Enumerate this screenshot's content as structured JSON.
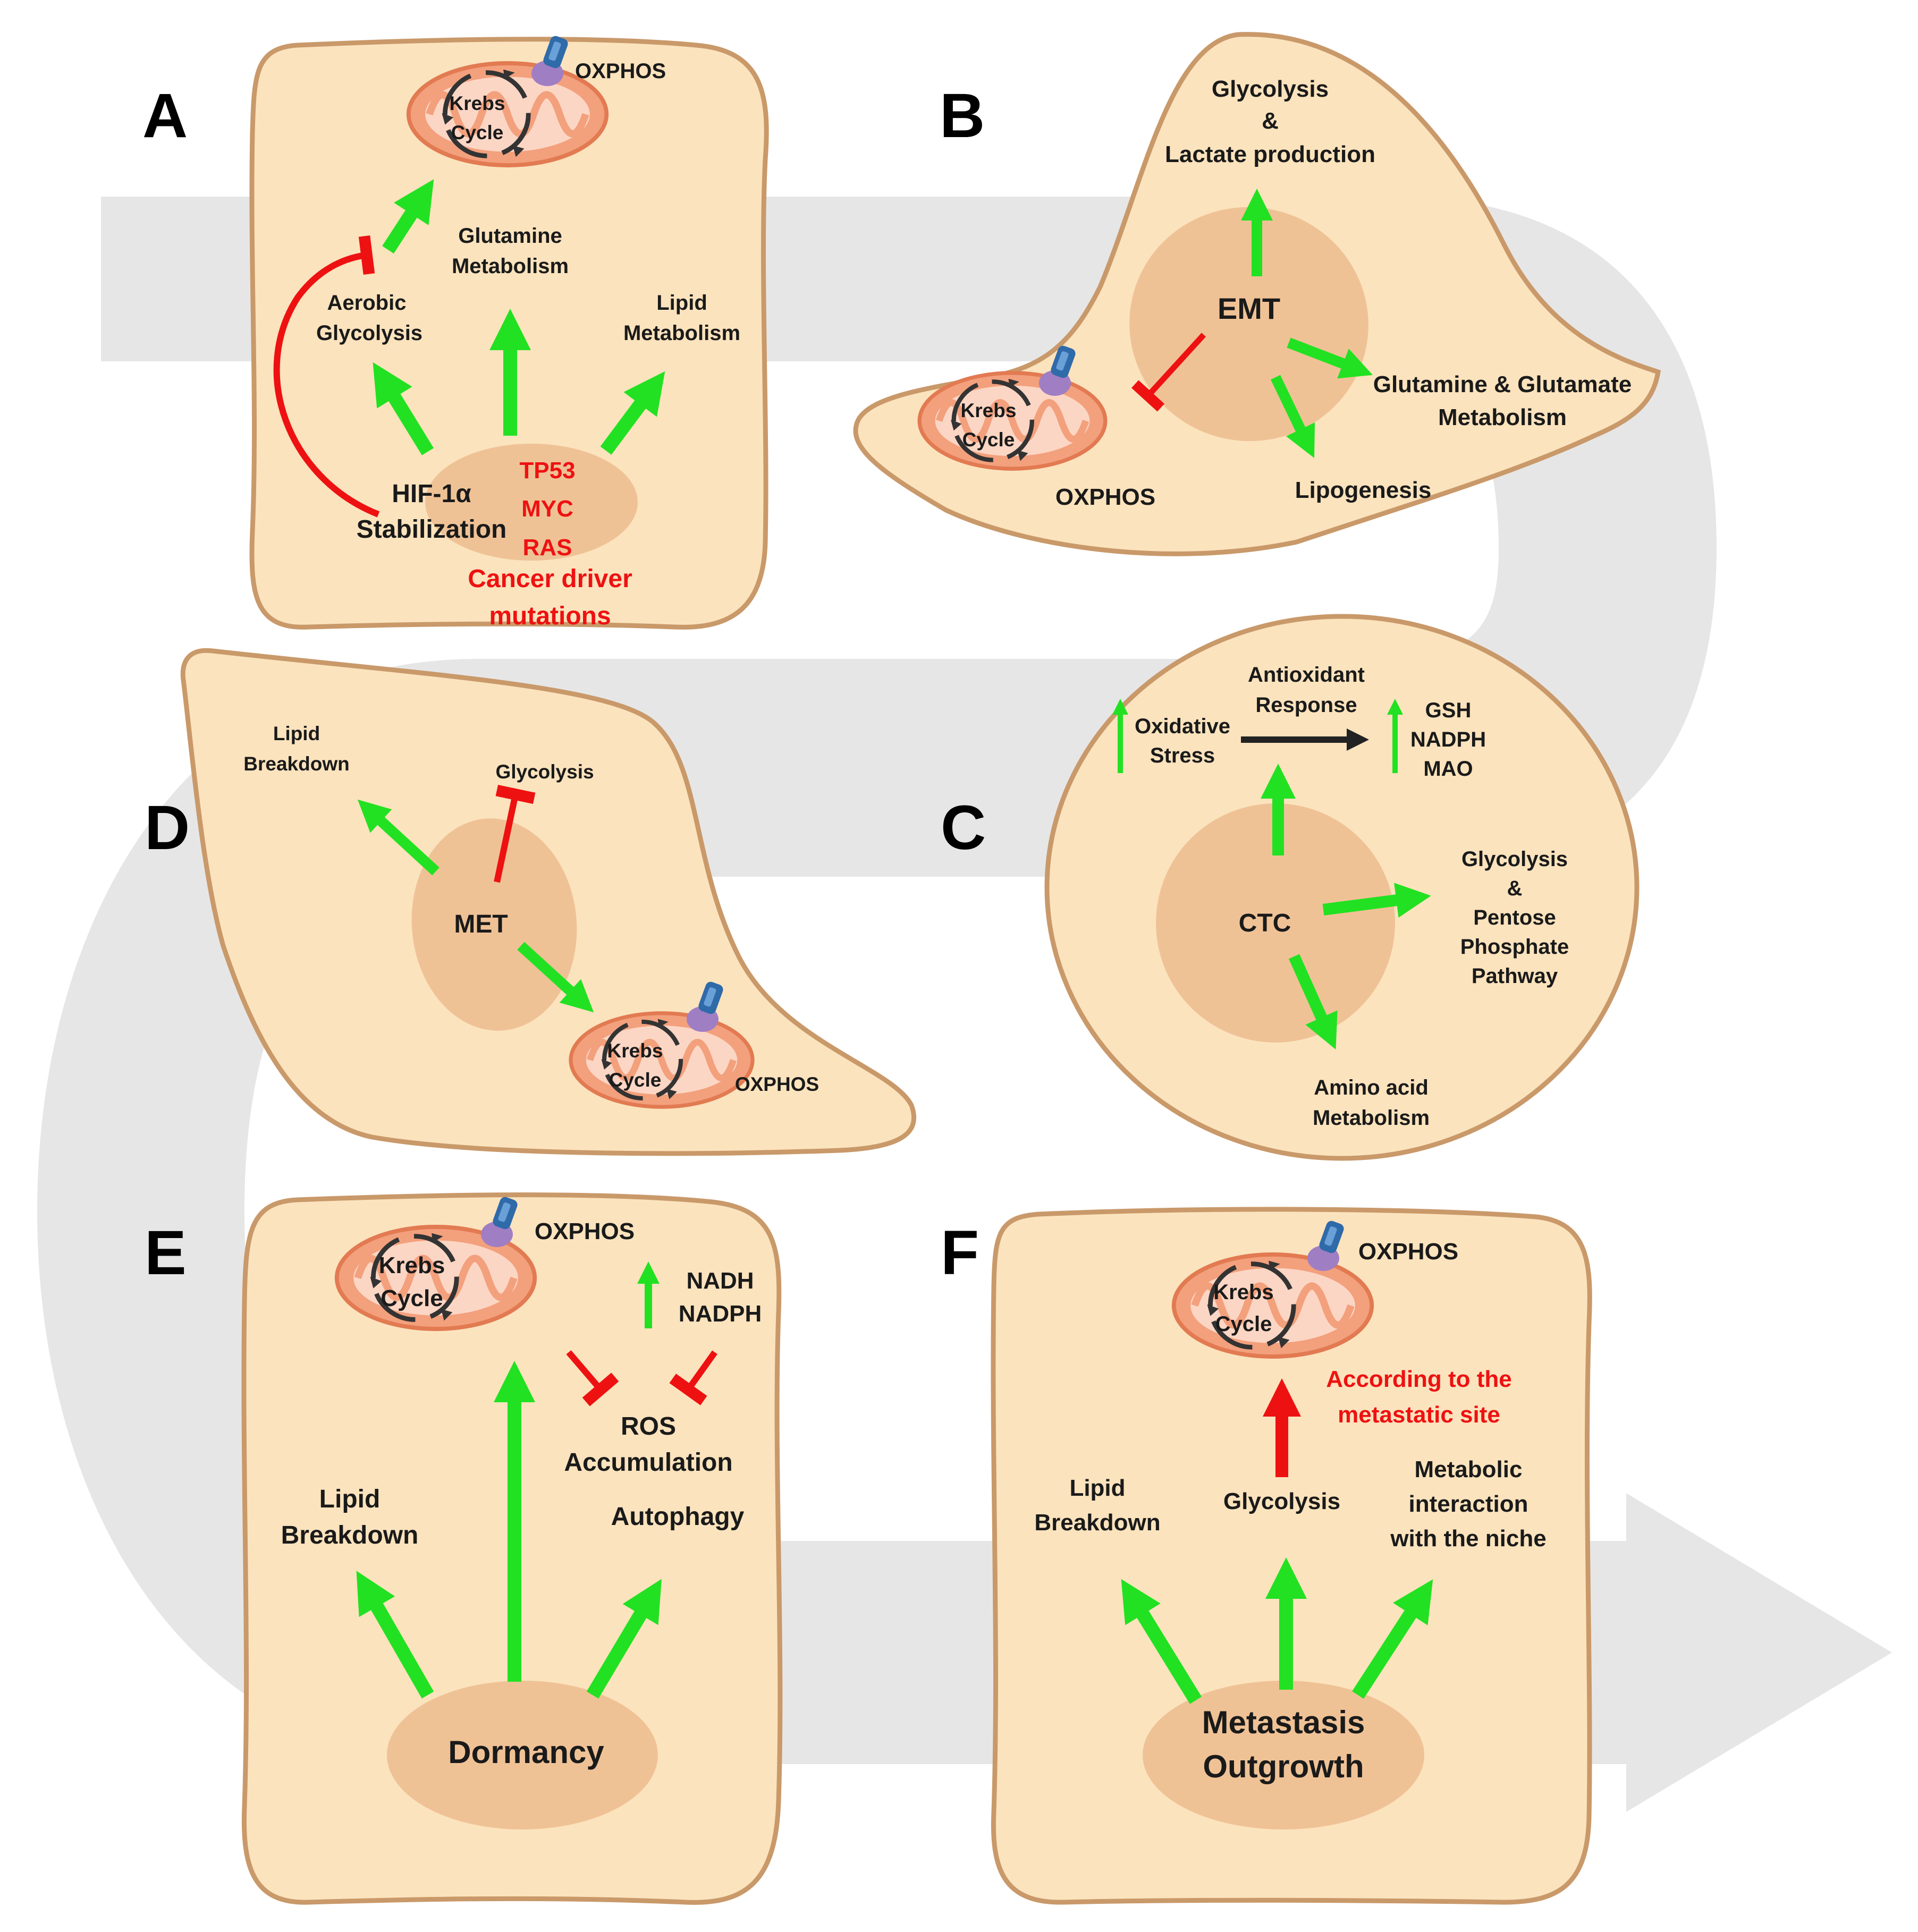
{
  "panels": {
    "A": {
      "letter": "A",
      "oxphos": "OXPHOS",
      "krebs_1": "Krebs",
      "krebs_2": "Cycle",
      "aerobic_1": "Aerobic",
      "aerobic_2": "Glycolysis",
      "glutamine_1": "Glutamine",
      "glutamine_2": "Metabolism",
      "lipid_1": "Lipid",
      "lipid_2": "Metabolism",
      "hif_1": "HIF-1α",
      "hif_2": "Stabilization",
      "gene_1": "TP53",
      "gene_2": "MYC",
      "gene_3": "RAS",
      "driver_1": "Cancer driver",
      "driver_2": "mutations"
    },
    "B": {
      "letter": "B",
      "glyco_1": "Glycolysis",
      "glyco_2": "&",
      "glyco_3": "Lactate production",
      "center": "EMT",
      "krebs_1": "Krebs",
      "krebs_2": "Cycle",
      "oxphos": "OXPHOS",
      "glut_1": "Glutamine & Glutamate",
      "glut_2": "Metabolism",
      "lipo": "Lipogenesis"
    },
    "C": {
      "letter": "C",
      "ox_1": "Oxidative",
      "ox_2": "Stress",
      "anti_1": "Antioxidant",
      "anti_2": "Response",
      "gsh_1": "GSH",
      "gsh_2": "NADPH",
      "gsh_3": "MAO",
      "center": "CTC",
      "ppp_1": "Glycolysis",
      "ppp_2": "&",
      "ppp_3": "Pentose",
      "ppp_4": "Phosphate",
      "ppp_5": "Pathway",
      "amino_1": "Amino acid",
      "amino_2": "Metabolism"
    },
    "D": {
      "letter": "D",
      "lipid_1": "Lipid",
      "lipid_2": "Breakdown",
      "glyco": "Glycolysis",
      "center": "MET",
      "krebs_1": "Krebs",
      "krebs_2": "Cycle",
      "oxphos": "OXPHOS"
    },
    "E": {
      "letter": "E",
      "krebs_1": "Krebs",
      "krebs_2": "Cycle",
      "oxphos": "OXPHOS",
      "nad_1": "NADH",
      "nad_2": "NADPH",
      "ros_1": "ROS",
      "ros_2": "Accumulation",
      "lipid_1": "Lipid",
      "lipid_2": "Breakdown",
      "autophagy": "Autophagy",
      "center": "Dormancy"
    },
    "F": {
      "letter": "F",
      "krebs_1": "Krebs",
      "krebs_2": "Cycle",
      "oxphos": "OXPHOS",
      "site_1": "According to the",
      "site_2": "metastatic site",
      "lipid_1": "Lipid",
      "lipid_2": "Breakdown",
      "glyco": "Glycolysis",
      "niche_1": "Metabolic",
      "niche_2": "interaction",
      "niche_3": "with the niche",
      "center_1": "Metastasis",
      "center_2": "Outgrowth"
    }
  },
  "colors": {
    "cell_fill": "#fbe3bd",
    "cell_stroke": "#c9996a",
    "nucleus": "#efc296",
    "activate": "#22e122",
    "inhibit": "#ee1111",
    "path_band": "#e6e6e6",
    "mito": "#f3a07d",
    "mito_inner": "#fcd6c4"
  }
}
